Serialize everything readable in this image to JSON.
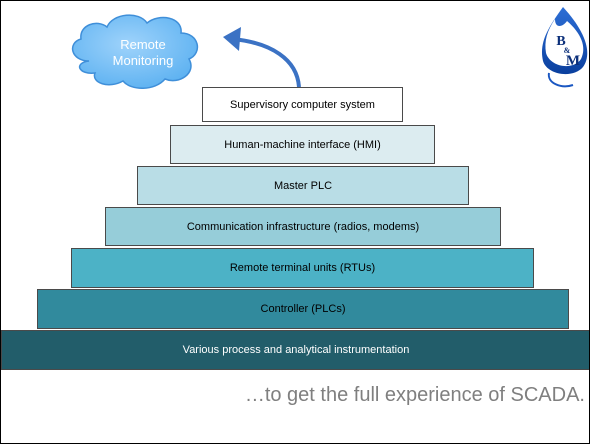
{
  "cloud": {
    "line1": "Remote",
    "line2": "Monitoring"
  },
  "logo": {
    "letter_top": "B",
    "letter_mid": "&",
    "letter_bottom": "M"
  },
  "tiers": [
    {
      "label": "Supervisory computer system",
      "fill": "#ffffff",
      "color": "#000000"
    },
    {
      "label": "Human-machine interface (HMI)",
      "fill": "#dcecf0",
      "color": "#000000"
    },
    {
      "label": "Master PLC",
      "fill": "#b9dde6",
      "color": "#000000"
    },
    {
      "label": "Communication infrastructure (radios, modems)",
      "fill": "#96cdd9",
      "color": "#000000"
    },
    {
      "label": "Remote terminal units (RTUs)",
      "fill": "#4cb2c6",
      "color": "#000000"
    },
    {
      "label": "Controller (PLCs)",
      "fill": "#318a9d",
      "color": "#000000"
    },
    {
      "label": "Various process and analytical instrumentation",
      "fill": "#225d6a",
      "color": "#ffffff"
    }
  ],
  "caption": "…to get the full experience of SCADA."
}
